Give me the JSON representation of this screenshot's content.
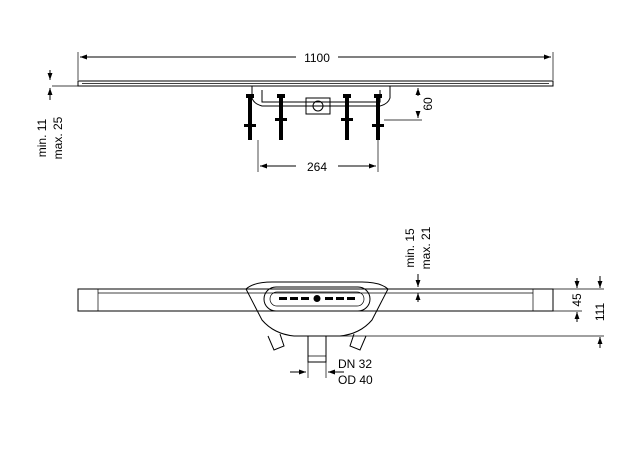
{
  "top_view": {
    "overall_length": "1100",
    "height_above": "60",
    "foot_spacing": "264",
    "adjust_min": "min. 11",
    "adjust_max": "max. 25"
  },
  "side_view": {
    "gap_min": "min. 15",
    "gap_max": "max. 21",
    "channel_height": "45",
    "total_height": "111",
    "outlet_dn": "DN 32",
    "outlet_od": "OD 40"
  }
}
